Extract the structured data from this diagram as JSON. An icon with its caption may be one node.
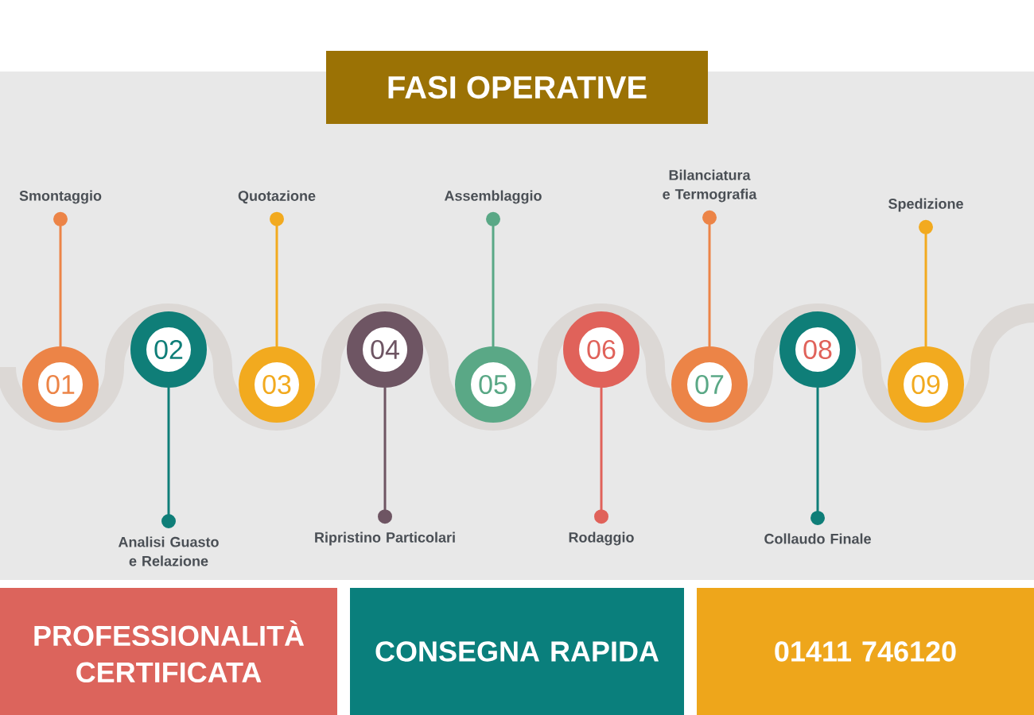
{
  "diagram": {
    "title": "FASI OPERATIVE",
    "nodes": [
      {
        "text": [
          "01"
        ]
      },
      {
        "text": [
          "02"
        ]
      },
      {
        "text": [
          "03"
        ]
      },
      {
        "text": [
          "04"
        ]
      },
      {
        "text": [
          "05"
        ]
      },
      {
        "text": [
          "06"
        ]
      },
      {
        "text": [
          "07"
        ]
      },
      {
        "text": [
          "08"
        ]
      },
      {
        "text": [
          "09"
        ]
      },
      {
        "text": [
          "Smontaggio"
        ]
      },
      {
        "text": [
          "Analisi Guasto e Relazione"
        ]
      },
      {
        "text": [
          "Quotazione"
        ]
      },
      {
        "text": [
          "Ripristino Particolari"
        ]
      },
      {
        "text": [
          "Assemblaggio"
        ]
      },
      {
        "text": [
          "Rodaggio"
        ]
      },
      {
        "text": [
          "Bilanciatura e Termografia"
        ]
      },
      {
        "text": [
          "Collaudo Finale"
        ]
      },
      {
        "text": [
          "Spedizione"
        ]
      },
      {
        "text": [
          "PROFESSIONALITÀ CERTIFICATA"
        ]
      },
      {
        "text": [
          "CONSEGNA RAPIDA"
        ]
      },
      {
        "text": [
          "01411 746120"
        ]
      }
    ],
    "edges": [
      {
        "from": 9,
        "to": 0,
        "arrow": "other",
        "color": "#ec8447"
      },
      {
        "from": 10,
        "to": 1,
        "arrow": "other",
        "color": "#0f7e78"
      },
      {
        "from": 11,
        "to": 2,
        "arrow": "other",
        "color": "#f2aa1f"
      },
      {
        "from": 12,
        "to": 3,
        "arrow": "other",
        "color": "#6e5563"
      },
      {
        "from": 13,
        "to": 4,
        "arrow": "other",
        "color": "#5aa886"
      },
      {
        "from": 14,
        "to": 5,
        "arrow": "other",
        "color": "#e0625a"
      },
      {
        "from": 15,
        "to": 6,
        "arrow": "other",
        "color": "#ec8447"
      },
      {
        "from": 16,
        "to": 7,
        "arrow": "other",
        "color": "#0f7e78"
      },
      {
        "from": 17,
        "to": 8,
        "arrow": "other",
        "color": "#f2aa1f"
      }
    ]
  }
}
